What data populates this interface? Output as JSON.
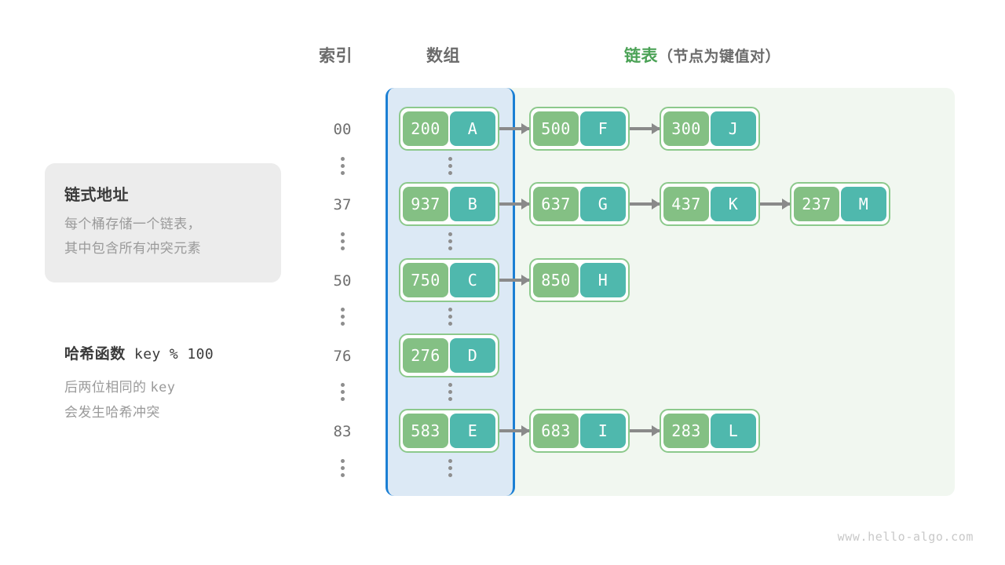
{
  "headers": {
    "index": "索引",
    "array": "数组",
    "list_main": "链表",
    "list_sub": "（节点为键值对）"
  },
  "card": {
    "title": "链式地址",
    "line1": "每个桶存储一个链表，",
    "line2": "其中包含所有冲突元素"
  },
  "hash_note": {
    "title_cn": "哈希函数",
    "title_expr": "key % 100",
    "line1_cn": "后两位相同的",
    "line1_mono": "key",
    "line2": "会发生哈希冲突"
  },
  "colors": {
    "key_box": "#84c084",
    "value_box": "#4fb8ad",
    "node_border": "#8cc98c",
    "array_bg": "#dce9f5",
    "array_border": "#1b7fd4",
    "list_bg": "#f1f7f0",
    "arrow": "#8a8a8a",
    "heading_green": "#4ba256",
    "heading_gray": "#6b6b6b"
  },
  "buckets": [
    {
      "index": "00",
      "nodes": [
        {
          "key": "200",
          "value": "A"
        },
        {
          "key": "500",
          "value": "F"
        },
        {
          "key": "300",
          "value": "J"
        }
      ]
    },
    {
      "index": "37",
      "nodes": [
        {
          "key": "937",
          "value": "B"
        },
        {
          "key": "637",
          "value": "G"
        },
        {
          "key": "437",
          "value": "K"
        },
        {
          "key": "237",
          "value": "M"
        }
      ]
    },
    {
      "index": "50",
      "nodes": [
        {
          "key": "750",
          "value": "C"
        },
        {
          "key": "850",
          "value": "H"
        }
      ]
    },
    {
      "index": "76",
      "nodes": [
        {
          "key": "276",
          "value": "D"
        }
      ]
    },
    {
      "index": "83",
      "nodes": [
        {
          "key": "583",
          "value": "E"
        },
        {
          "key": "683",
          "value": "I"
        },
        {
          "key": "283",
          "value": "L"
        }
      ]
    }
  ],
  "ellipsis_rows": 5,
  "watermark": "www.hello-algo.com"
}
